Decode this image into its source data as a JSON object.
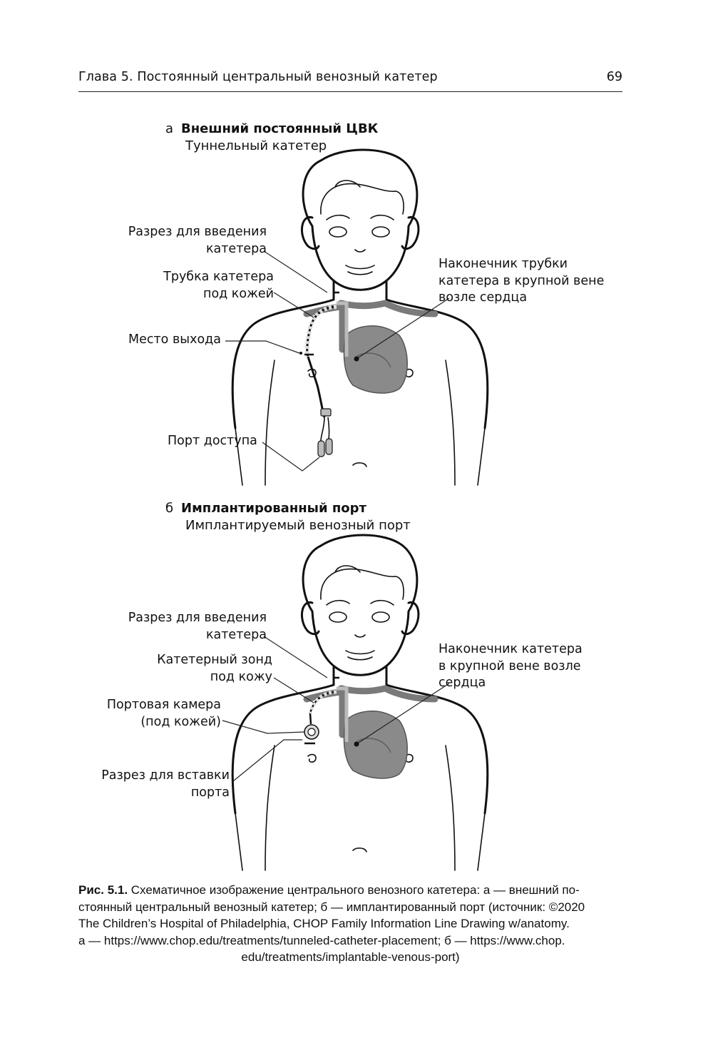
{
  "header": {
    "title": "Глава 5. Постоянный центральный венозный катетер",
    "page_number": "69"
  },
  "panel_a": {
    "letter": "а",
    "title": "Внешний постоянный ЦВК",
    "subtitle": "Туннельный катетер",
    "labels": {
      "incision_1": "Разрез для введения",
      "incision_2": "катетера",
      "tube_1": "Трубка катетера",
      "tube_2": "под кожей",
      "exit": "Место выхода",
      "port": "Порт доступа",
      "tip_1": "Наконечник трубки",
      "tip_2": "катетера в крупной вене",
      "tip_3": "возле сердца"
    }
  },
  "panel_b": {
    "letter": "б",
    "title": "Имплантированный порт",
    "subtitle": "Имплантируемый венозный порт",
    "labels": {
      "incision_1": "Разрез для введения",
      "incision_2": "катетера",
      "probe_1": "Катетерный зонд",
      "probe_2": "под кожу",
      "chamber_1": "Портовая камера",
      "chamber_2": "(под кожей)",
      "port_incision_1": "Разрез для вставки",
      "port_incision_2": "порта",
      "tip_1": "Наконечник катетера",
      "tip_2": "в крупной вене возле",
      "tip_3": "сердца"
    }
  },
  "caption": {
    "prefix": "Рис. 5.1.",
    "line1": " Схематичное изображение центрального венозного катетера: а — внешний по-",
    "line2": "стоянный центральный венозный катетер; б — имплантированный порт (источник: ©2020",
    "line3": "The Children’s Hospital of Philadelphia, CHOP Family Information Line Drawing w/anatomy.",
    "line4": "а — https://www.chop.edu/treatments/tunneled-catheter-placement; б — https://www.chop.",
    "line5": "edu/treatments/implantable-venous-port)"
  }
}
